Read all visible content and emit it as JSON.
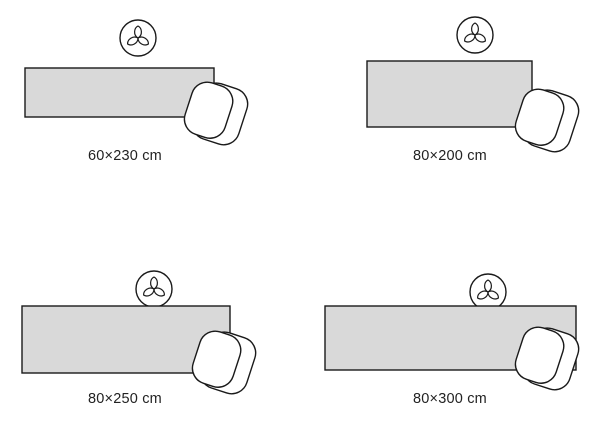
{
  "layouts": [
    {
      "label": "60×230 cm"
    },
    {
      "label": "80×200 cm"
    },
    {
      "label": "80×250 cm"
    },
    {
      "label": "80×300 cm"
    }
  ],
  "colors": {
    "rug_fill": "#d9d9d9",
    "stroke": "#1a1a1a",
    "background": "#ffffff"
  },
  "icons": {
    "plant": "plant-icon",
    "chair": "armchair-icon",
    "rug": "rug-rectangle"
  }
}
